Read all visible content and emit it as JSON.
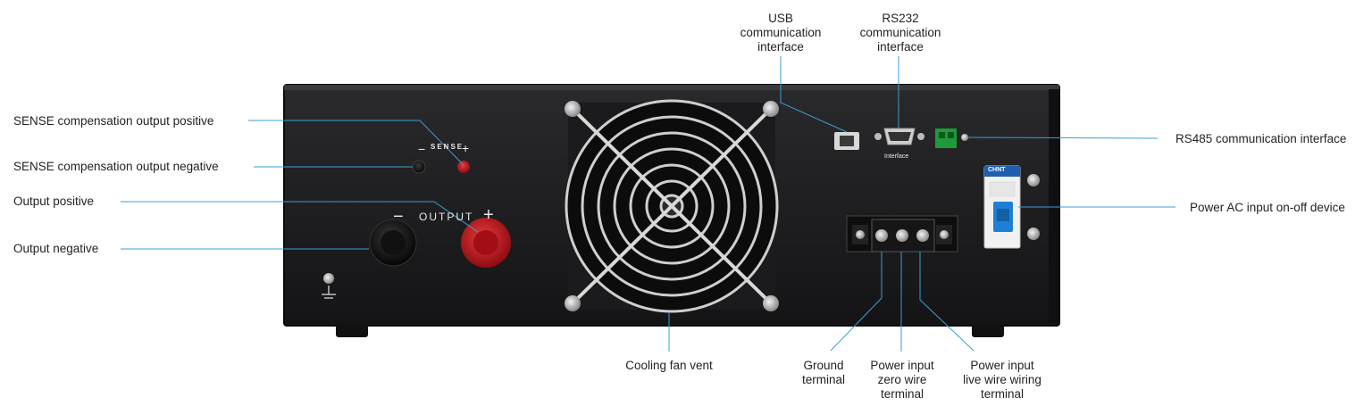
{
  "panel": {
    "sense_label": "SENSE",
    "output_label": "OUTPUT",
    "minus_sign": "−",
    "plus_sign": "+",
    "interface_label": "Interface",
    "breaker_brand": "CHNT"
  },
  "callouts": {
    "sense_positive": "SENSE compensation output positive",
    "sense_negative": "SENSE compensation output negative",
    "output_positive": "Output positive",
    "output_negative": "Output negative",
    "usb": "USB\ncommunication\ninterface",
    "rs232": "RS232\ncommunication\ninterface",
    "rs485": "RS485 communication interface",
    "power_ac": "Power AC input on-off device",
    "cooling_fan": "Cooling fan vent",
    "ground": "Ground\nterminal",
    "zero_wire": "Power input\nzero wire\nterminal",
    "live_wire": "Power input\nlive wire wiring\nterminal"
  },
  "colors": {
    "leader_line": "#3a9fd0",
    "chassis": "#1c1c1e",
    "terminal_red": "#c8141e",
    "breaker_blue": "#1e7fd6",
    "connector_green": "#1f9a3a"
  }
}
